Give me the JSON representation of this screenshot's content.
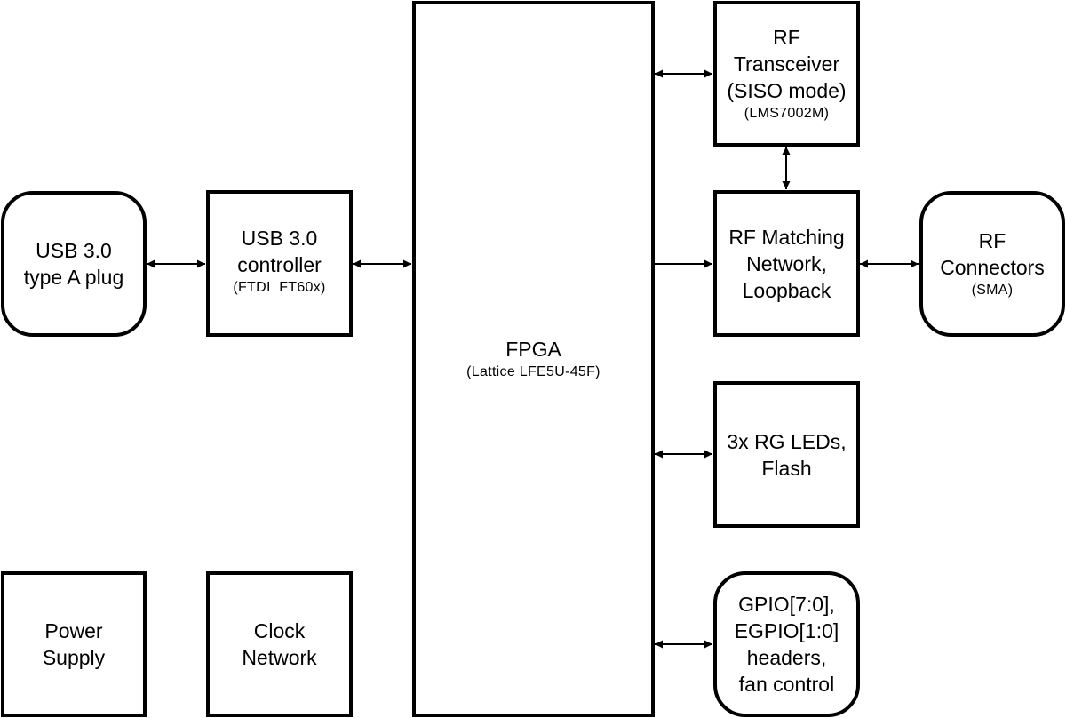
{
  "usb_plug": {
    "lines": [
      "USB 3.0",
      "type A plug"
    ]
  },
  "usb_controller": {
    "lines": [
      "USB 3.0",
      "controller"
    ],
    "part": "(FTDI  FT60x)"
  },
  "power_supply": {
    "lines": [
      "Power",
      "Supply"
    ]
  },
  "clock_network": {
    "lines": [
      "Clock",
      "Network"
    ]
  },
  "fpga": {
    "lines": [
      "FPGA"
    ],
    "part": "(Lattice LFE5U-45F)"
  },
  "rf_transceiver": {
    "lines": [
      "RF",
      "Transceiver",
      "(SISO mode)"
    ],
    "part": "(LMS7002M)"
  },
  "rf_matching": {
    "lines": [
      "RF Matching",
      "Network,",
      "Loopback"
    ]
  },
  "rf_connectors": {
    "lines": [
      "RF",
      "Connectors"
    ],
    "part": "(SMA)"
  },
  "leds_flash": {
    "lines": [
      "3x RG LEDs,",
      "Flash"
    ]
  },
  "gpio": {
    "lines": [
      "GPIO[7:0],",
      "EGPIO[1:0]",
      "headers,",
      "fan control"
    ]
  }
}
